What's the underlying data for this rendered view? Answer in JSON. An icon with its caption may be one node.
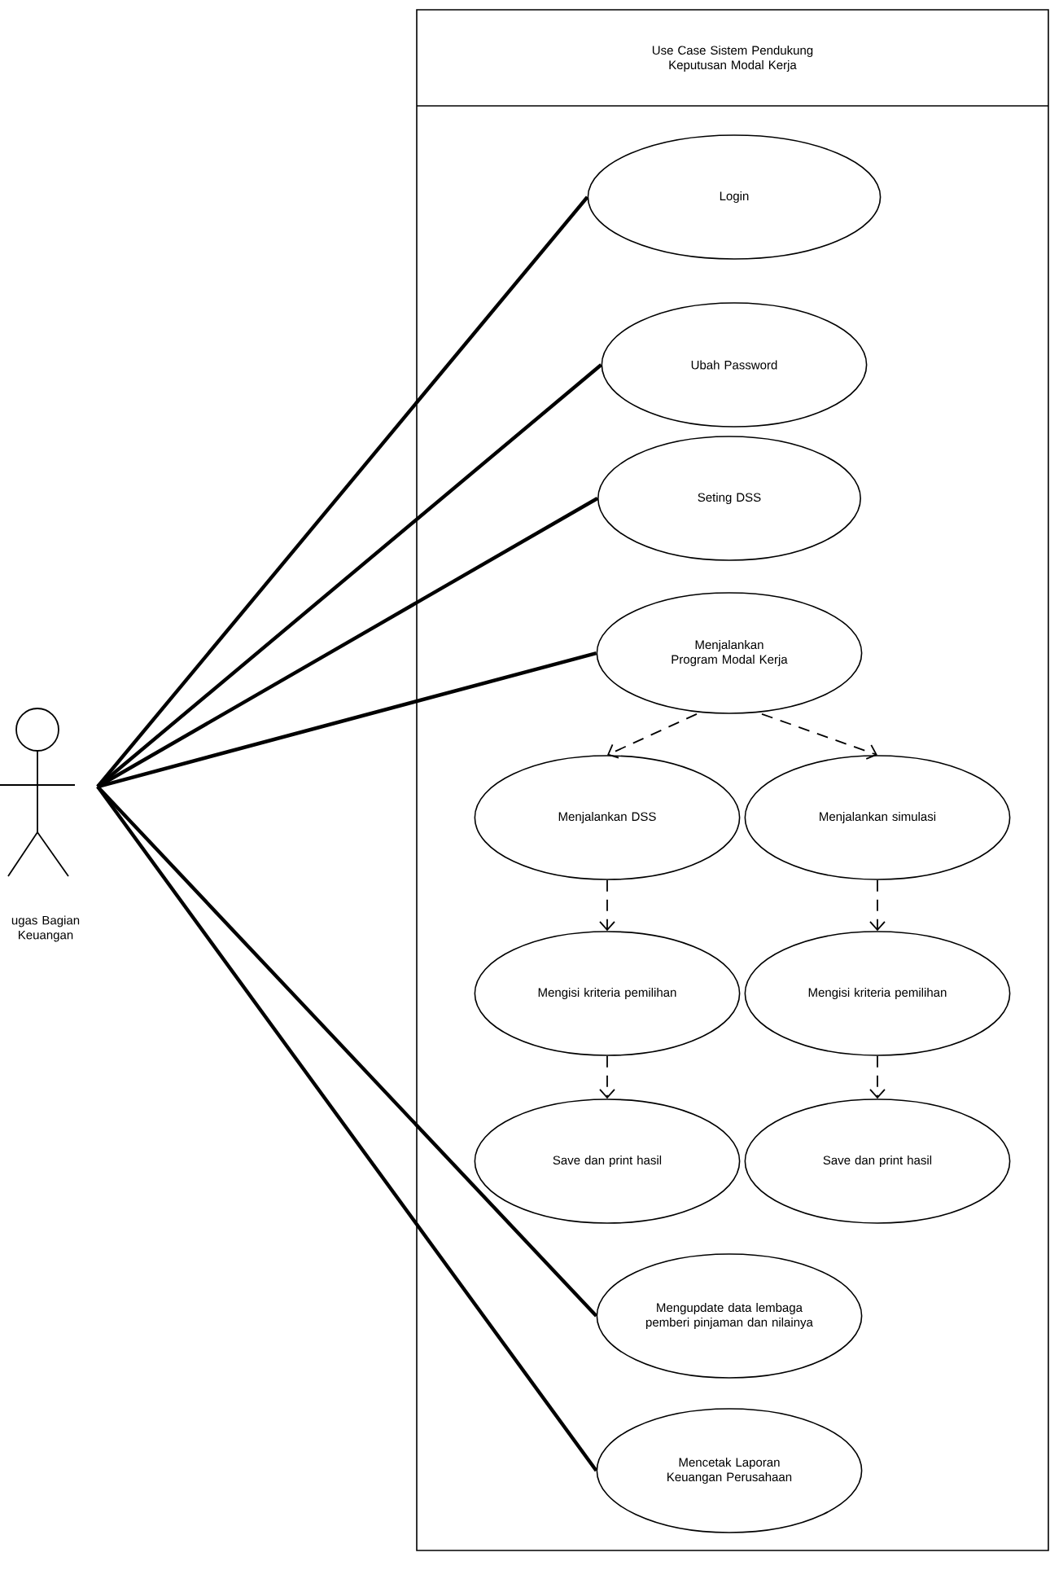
{
  "diagram": {
    "nodes": [
      {
        "text": [
          "Use Case Sistem Pendukung Keputusan Modal Kerja"
        ]
      },
      {
        "text": [
          "Login"
        ],
        "in": 0
      },
      {
        "text": [
          "Ubah Password"
        ],
        "in": 0
      },
      {
        "text": [
          "Seting DSS"
        ],
        "in": 0
      },
      {
        "text": [
          "Menjalankan Program Modal Kerja"
        ],
        "in": 0
      },
      {
        "text": [
          "Menjalankan DSS"
        ],
        "in": 0
      },
      {
        "text": [
          "Menjalankan simulasi"
        ],
        "in": 0
      },
      {
        "text": [
          "Mengisi kriteria pemilihan"
        ],
        "in": 0
      },
      {
        "text": [
          "Mengisi kriteria pemilihan"
        ],
        "in": 0
      },
      {
        "text": [
          "Save dan print hasil"
        ],
        "in": 0
      },
      {
        "text": [
          "Save dan print hasil"
        ],
        "in": 0
      },
      {
        "text": [
          "Mengupdate data lembaga pemberi pinjaman dan nilainya"
        ],
        "in": 0
      },
      {
        "text": [
          "Mencetak Laporan Keuangan Perusahaan"
        ],
        "in": 0
      },
      {
        "text": [
          "ugas Bagian Keuangan"
        ]
      }
    ],
    "edges": [
      {
        "from": 13,
        "to": 1,
        "arrow": "none"
      },
      {
        "from": 13,
        "to": 2,
        "arrow": "none"
      },
      {
        "from": 13,
        "to": 3,
        "arrow": "none"
      },
      {
        "from": 13,
        "to": 4,
        "arrow": "none"
      },
      {
        "from": 13,
        "to": 11,
        "arrow": "none"
      },
      {
        "from": 13,
        "to": 12,
        "arrow": "none"
      },
      {
        "from": 4,
        "to": 5,
        "arrow": "to",
        "style": "dashed"
      },
      {
        "from": 4,
        "to": 6,
        "arrow": "to",
        "style": "dashed"
      },
      {
        "from": 5,
        "to": 7,
        "arrow": "to",
        "style": "dashed"
      },
      {
        "from": 6,
        "to": 8,
        "arrow": "to",
        "style": "dashed"
      },
      {
        "from": 7,
        "to": 9,
        "arrow": "to",
        "style": "dashed"
      },
      {
        "from": 8,
        "to": 10,
        "arrow": "to",
        "style": "dashed"
      }
    ]
  }
}
